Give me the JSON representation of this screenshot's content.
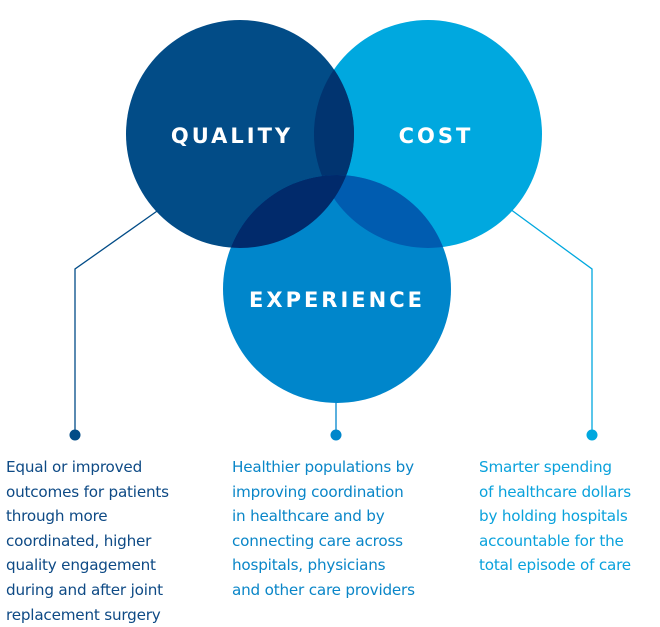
{
  "colors": {
    "quality": "#024c87",
    "cost": "#00a8df",
    "experience": "#0086cb",
    "quality_cost_overlap": "#013470",
    "quality_experience_overlap": "#012a6b",
    "cost_experience_overlap": "#005cb0",
    "center_overlap": "#012a6b",
    "quality_text": "#0e4a85",
    "experience_text": "#0a86c8",
    "cost_text": "#0aa2dc"
  },
  "circles": {
    "quality": {
      "label": "QUALITY"
    },
    "cost": {
      "label": "COST"
    },
    "experience": {
      "label": "EXPERIENCE"
    }
  },
  "descriptions": {
    "quality": {
      "lines": [
        "Equal or improved",
        "outcomes for patients",
        "through more",
        "coordinated, higher",
        "quality engagement",
        "during and after joint",
        "replacement surgery"
      ]
    },
    "experience": {
      "lines": [
        "Healthier populations by",
        "improving coordination",
        "in healthcare and by",
        "connecting care across",
        "hospitals, physicians",
        "and other care providers"
      ]
    },
    "cost": {
      "lines": [
        "Smarter spending",
        "of healthcare dollars",
        "by holding hospitals",
        "accountable for the",
        "total episode of care"
      ]
    }
  }
}
